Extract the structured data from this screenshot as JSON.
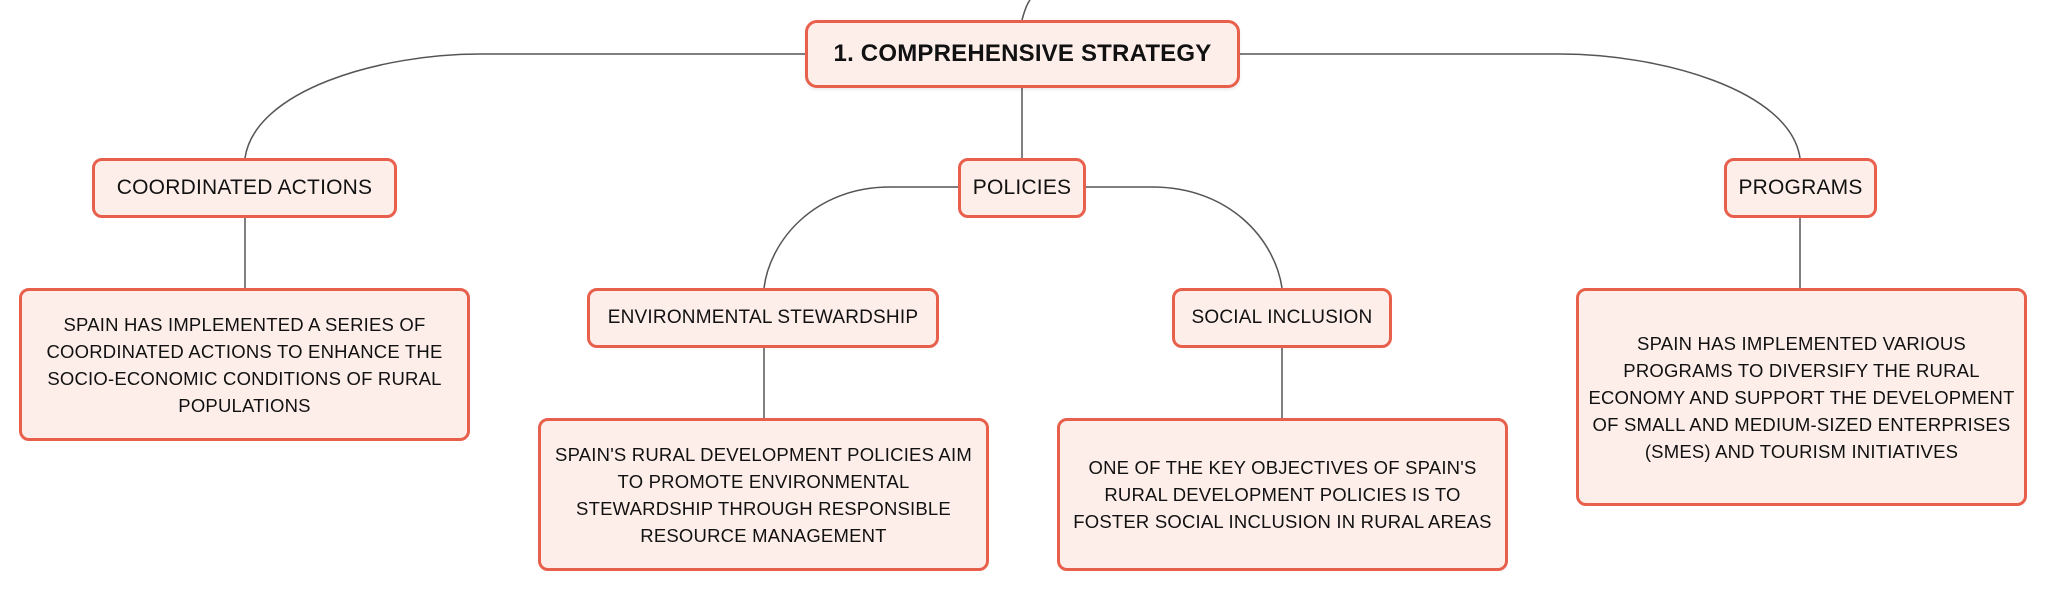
{
  "root": {
    "label": "1. COMPREHENSIVE STRATEGY"
  },
  "coordinated_actions": {
    "label": "COORDINATED ACTIONS",
    "detail": "SPAIN HAS IMPLEMENTED A SERIES OF COORDINATED ACTIONS TO ENHANCE THE SOCIO-ECONOMIC CONDITIONS OF RURAL POPULATIONS"
  },
  "policies": {
    "label": "POLICIES",
    "environmental_stewardship": {
      "label": "ENVIRONMENTAL STEWARDSHIP",
      "detail": "SPAIN'S RURAL DEVELOPMENT POLICIES AIM TO PROMOTE ENVIRONMENTAL STEWARDSHIP THROUGH RESPONSIBLE RESOURCE MANAGEMENT"
    },
    "social_inclusion": {
      "label": "SOCIAL INCLUSION",
      "detail": "ONE OF THE KEY OBJECTIVES OF SPAIN'S RURAL DEVELOPMENT POLICIES IS TO FOSTER SOCIAL INCLUSION IN RURAL AREAS"
    }
  },
  "programs": {
    "label": "PROGRAMS",
    "detail": "SPAIN HAS IMPLEMENTED VARIOUS PROGRAMS TO DIVERSIFY THE RURAL ECONOMY AND SUPPORT THE DEVELOPMENT OF SMALL AND MEDIUM-SIZED ENTERPRISES (SMES) AND TOURISM INITIATIVES"
  },
  "colors": {
    "node_border": "#e8604c",
    "node_fill": "#fdeeea",
    "connector": "#555555",
    "text": "#111111"
  }
}
